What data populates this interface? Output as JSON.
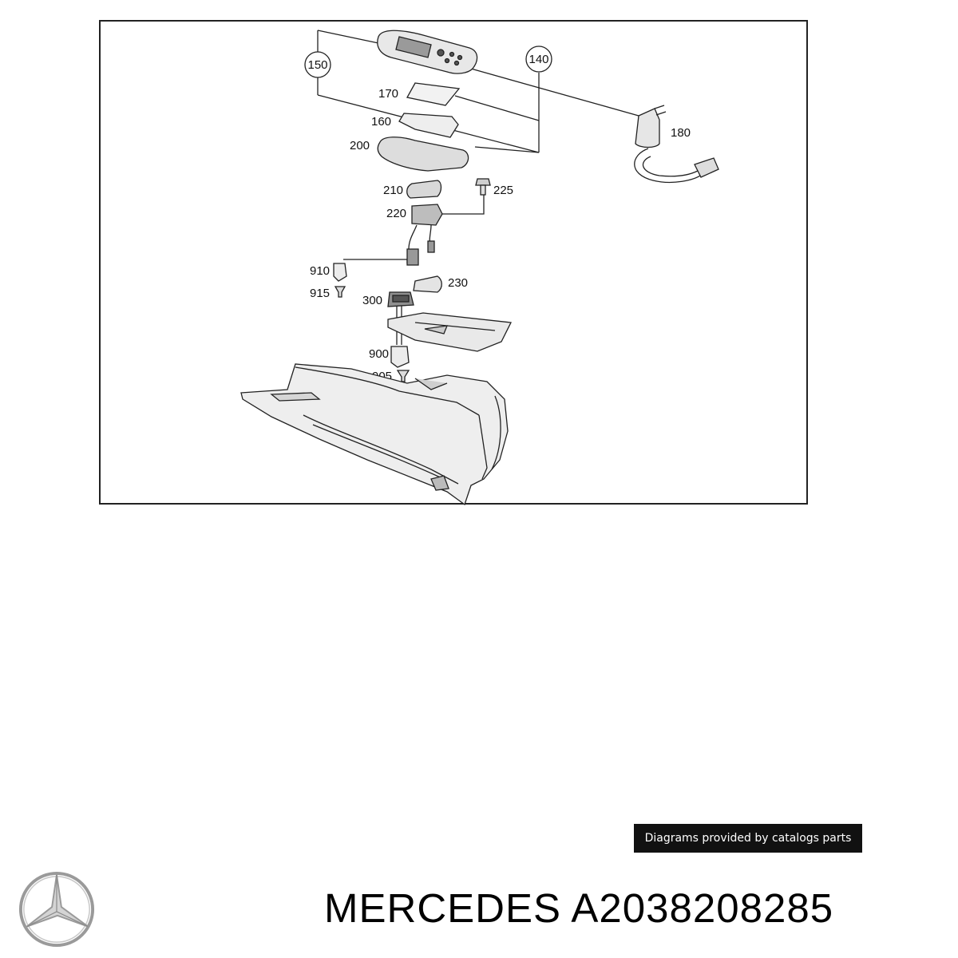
{
  "diagram": {
    "labels": {
      "p150": "150",
      "p140": "140",
      "p170": "170",
      "p180": "180",
      "p160": "160",
      "p200": "200",
      "p210": "210",
      "p225": "225",
      "p220": "220",
      "p910": "910",
      "p230": "230",
      "p915": "915",
      "p300": "300",
      "p900": "900",
      "p905": "905"
    }
  },
  "credit": {
    "text": "Diagrams provided by catalogs parts"
  },
  "brand": {
    "name": "MERCEDES",
    "part_number": "A2038208285"
  },
  "logo": {
    "icon": "mercedes-star-icon",
    "color": "#9a9a9a"
  }
}
